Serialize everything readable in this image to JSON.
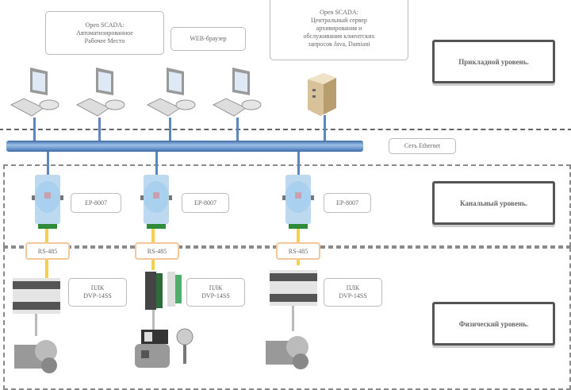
{
  "layers": {
    "application": {
      "label": "Прикладной уровень."
    },
    "channel": {
      "label": "Канальный уровень."
    },
    "physical": {
      "label": "Физический уровень."
    }
  },
  "top_labels": {
    "arm": [
      "Open SCADA:",
      "Автоматизированное",
      "Рабочее Место"
    ],
    "web": "WEB-браузер",
    "server": [
      "Open SCADA:",
      "Центральный сервер",
      "архивирования и",
      "обслуживания клиентских",
      "запросов Java, Damiani"
    ]
  },
  "network": {
    "label": "Сеть Ethernet"
  },
  "gateways": [
    {
      "label": "EP-8007"
    },
    {
      "label": "EP-8007"
    },
    {
      "label": "EP-8007"
    }
  ],
  "buses": [
    {
      "label": "RS-485"
    },
    {
      "label": "RS-485"
    },
    {
      "label": "RS-485"
    }
  ],
  "plcs": [
    {
      "line1": "ПЛК",
      "line2": "DVP-14SS"
    },
    {
      "line1": "ПЛК",
      "line2": "DVP-14SS"
    },
    {
      "line1": "ПЛК",
      "line2": "DVP-14SS"
    }
  ],
  "icons": {
    "workstation": "computer-icon",
    "server": "server-icon",
    "gateway": "converter-module-icon",
    "plc": "plc-icon",
    "motor": "motor-icon",
    "sensor": "sensor-icon"
  },
  "colors": {
    "ethernet": "#5b86c0",
    "rs485": "#f5d04a",
    "module": "#a9d0ee"
  }
}
